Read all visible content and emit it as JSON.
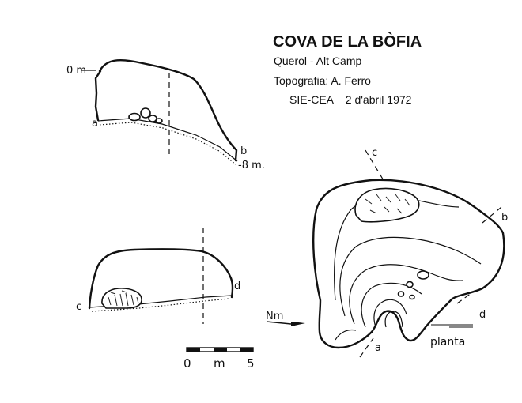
{
  "title": "COVA DE LA BÒFIA",
  "subtitle": {
    "line1": "Querol - Alt Camp",
    "line2": "Topografia: A. Ferro",
    "line3": "SIE-CEA    2 d'abril 1972"
  },
  "profile_section": {
    "depth_top": "0 m",
    "depth_bottom": "-8 m.",
    "point_a": "a",
    "point_b": "b"
  },
  "cross_section": {
    "point_c": "c",
    "point_d": "d"
  },
  "scale_bar": {
    "start": "0",
    "unit": "m",
    "end": "5"
  },
  "plan": {
    "north_label": "Nm",
    "plan_label": "planta",
    "point_a": "a",
    "point_b": "b",
    "point_c": "c",
    "point_d": "d"
  }
}
